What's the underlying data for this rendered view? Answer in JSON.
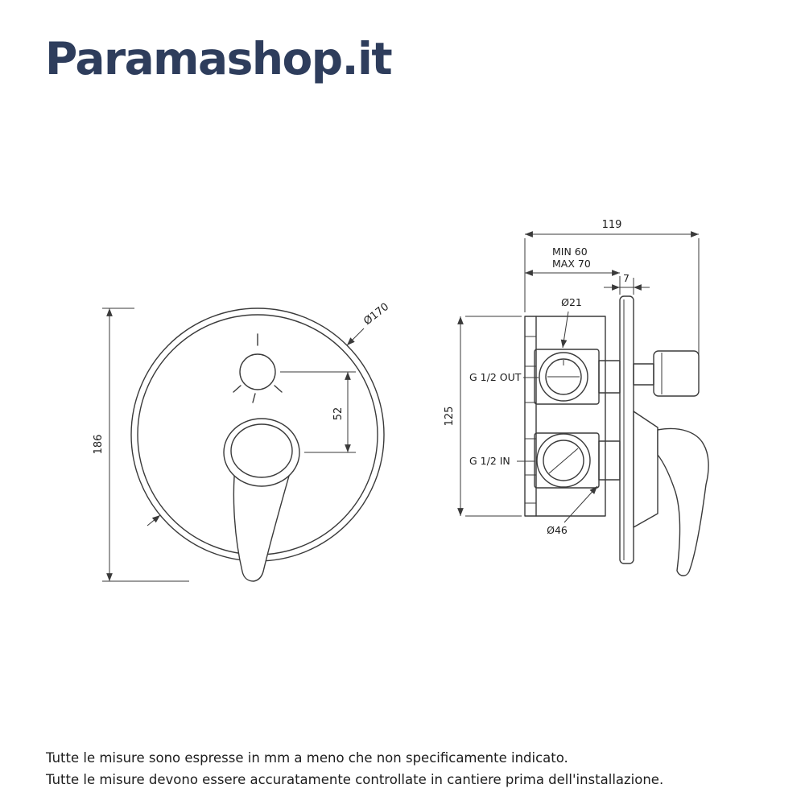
{
  "colors": {
    "brand": "#2e3d5c",
    "line": "#3a3a3a",
    "text": "#1d1d1d",
    "background": "#ffffff"
  },
  "brand": {
    "name": "Paramashop.it"
  },
  "drawing": {
    "front": {
      "overall_height": "186",
      "handle_offset": "52",
      "plate_diameter": "Ø170"
    },
    "side": {
      "overall_depth": "119",
      "recess_min": "MIN 60",
      "recess_max": "MAX 70",
      "plate_thickness": "7",
      "connection_diameter": "Ø21",
      "body_height": "125",
      "outlet_label": "G 1/2 OUT",
      "inlet_label": "G 1/2 IN",
      "rosette_diameter": "Ø46"
    }
  },
  "footer": {
    "line1": "Tutte le misure sono espresse in mm a meno che non specificamente indicato.",
    "line2": "Tutte le misure devono essere accuratamente controllate in cantiere prima dell'installazione."
  }
}
